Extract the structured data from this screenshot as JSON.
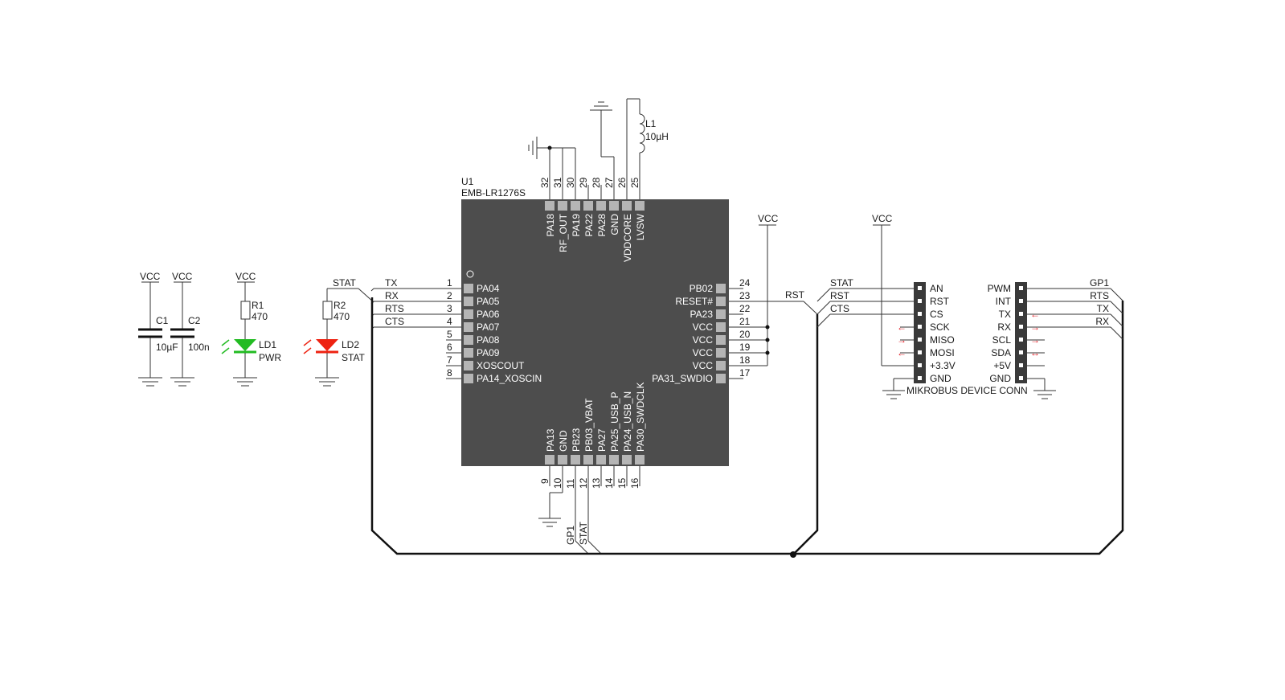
{
  "u1": {
    "ref": "U1",
    "part": "EMB-LR1276S",
    "left_pins": [
      {
        "num": "1",
        "name": "PA04"
      },
      {
        "num": "2",
        "name": "PA05"
      },
      {
        "num": "3",
        "name": "PA06"
      },
      {
        "num": "4",
        "name": "PA07"
      },
      {
        "num": "5",
        "name": "PA08"
      },
      {
        "num": "6",
        "name": "PA09"
      },
      {
        "num": "7",
        "name": "XOSCOUT"
      },
      {
        "num": "8",
        "name": "PA14_XOSCIN"
      }
    ],
    "right_pins": [
      {
        "num": "24",
        "name": "PB02"
      },
      {
        "num": "23",
        "name": "RESET#"
      },
      {
        "num": "22",
        "name": "PA23"
      },
      {
        "num": "21",
        "name": "VCC"
      },
      {
        "num": "20",
        "name": "VCC"
      },
      {
        "num": "19",
        "name": "VCC"
      },
      {
        "num": "18",
        "name": "VCC"
      },
      {
        "num": "17",
        "name": "PA31_SWDIO"
      }
    ],
    "top_pins": [
      {
        "num": "32",
        "name": "PA18"
      },
      {
        "num": "31",
        "name": "RF_OUT"
      },
      {
        "num": "30",
        "name": "PA19"
      },
      {
        "num": "29",
        "name": "PA22"
      },
      {
        "num": "28",
        "name": "PA28"
      },
      {
        "num": "27",
        "name": "GND"
      },
      {
        "num": "26",
        "name": "VDDCORE"
      },
      {
        "num": "25",
        "name": "LVSW"
      }
    ],
    "bottom_pins": [
      {
        "num": "9",
        "name": "PA13"
      },
      {
        "num": "10",
        "name": "GND"
      },
      {
        "num": "11",
        "name": "PB23"
      },
      {
        "num": "12",
        "name": "PB03_VBAT"
      },
      {
        "num": "13",
        "name": "PA27"
      },
      {
        "num": "14",
        "name": "PA25_USB_P"
      },
      {
        "num": "15",
        "name": "PA24_USB_N"
      },
      {
        "num": "16",
        "name": "PA30_SWDCLK"
      }
    ]
  },
  "l1": {
    "ref": "L1",
    "value": "10µH"
  },
  "c1": {
    "ref": "C1",
    "value": "10µF"
  },
  "c2": {
    "ref": "C2",
    "value": "100n"
  },
  "r1": {
    "ref": "R1",
    "value": "470"
  },
  "r2": {
    "ref": "R2",
    "value": "470"
  },
  "ld1": {
    "ref": "LD1",
    "label": "PWR",
    "color": "#22bb22"
  },
  "ld2": {
    "ref": "LD2",
    "label": "STAT",
    "color": "#ee2211"
  },
  "vcc_label": "VCC",
  "nets": {
    "stat": "STAT",
    "tx": "TX",
    "rx": "RX",
    "rts": "RTS",
    "cts": "CTS",
    "rst": "RST",
    "gp1": "GP1"
  },
  "mikrobus": {
    "title": "MIKROBUS DEVICE CONN",
    "left_labels": [
      "AN",
      "RST",
      "CS",
      "SCK",
      "MISO",
      "MOSI",
      "+3.3V",
      "GND"
    ],
    "right_labels": [
      "PWM",
      "INT",
      "TX",
      "RX",
      "SCL",
      "SDA",
      "+5V",
      "GND"
    ],
    "left_nets": [
      "STAT",
      "RST",
      "CTS"
    ],
    "right_nets": [
      "GP1",
      "RTS",
      "TX",
      "RX"
    ]
  },
  "colors": {
    "chip": "#4d4d4d",
    "header": "#3a3a3a",
    "arrow": "#e31b23"
  }
}
